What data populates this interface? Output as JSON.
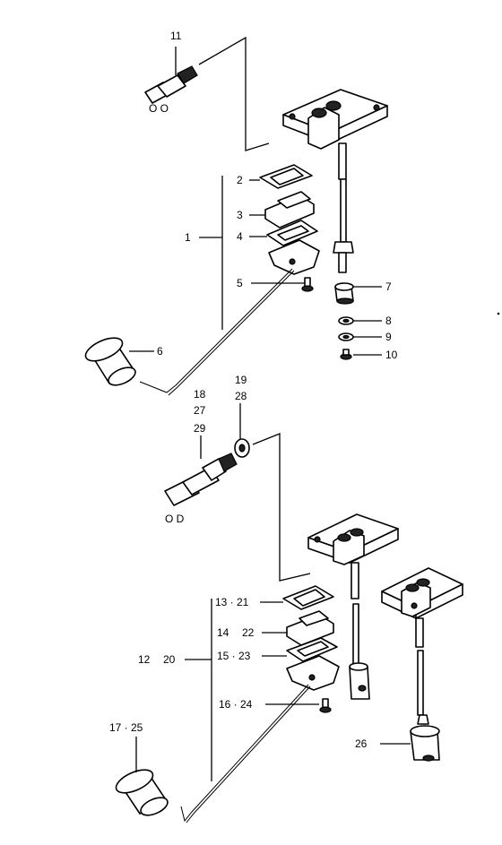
{
  "labels": {
    "p1": "1",
    "p2": "2",
    "p3": "3",
    "p4": "4",
    "p5": "5",
    "p6": "6",
    "p7": "7",
    "p8": "8",
    "p9": "9",
    "p10": "10",
    "p11": "11",
    "p11_code": "O O",
    "p18": "18",
    "p27": "27",
    "p29": "29",
    "p19": "19",
    "p28": "28",
    "od": "O D",
    "p13_21": "13 · 21",
    "p14": "14",
    "p22": "22",
    "p12": "12",
    "p20": "20",
    "p15_23": "15 · 23",
    "p16_24": "16 · 24",
    "p17_25": "17 · 25",
    "p26": "26"
  }
}
